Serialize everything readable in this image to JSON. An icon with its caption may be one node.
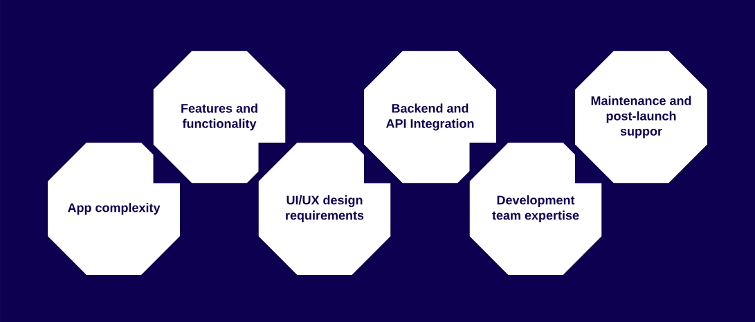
{
  "diagram": {
    "nodes": [
      {
        "text": [
          "App complexity"
        ]
      },
      {
        "text": [
          "Features and functionality"
        ]
      },
      {
        "text": [
          "UI/UX design requirements"
        ]
      },
      {
        "text": [
          "Backend and API Integration"
        ]
      },
      {
        "text": [
          "Development team expertise"
        ]
      },
      {
        "text": [
          "Maintenance and post-launch suppor"
        ]
      }
    ]
  }
}
